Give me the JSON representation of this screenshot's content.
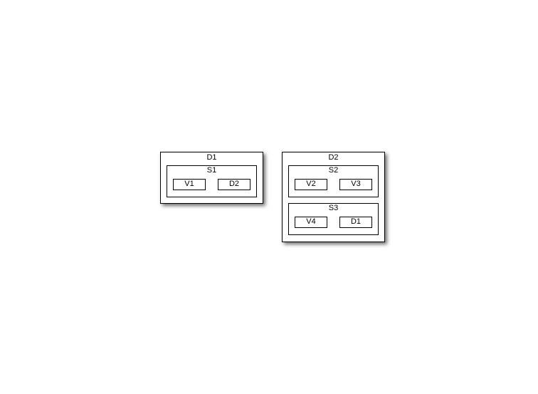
{
  "diagram": {
    "left": {
      "title": "D1",
      "section": {
        "title": "S1",
        "items": [
          "V1",
          "D2"
        ]
      }
    },
    "right": {
      "title": "D2",
      "sections": [
        {
          "title": "S2",
          "items": [
            "V2",
            "V3"
          ]
        },
        {
          "title": "S3",
          "items": [
            "V4",
            "D1"
          ]
        }
      ]
    }
  }
}
